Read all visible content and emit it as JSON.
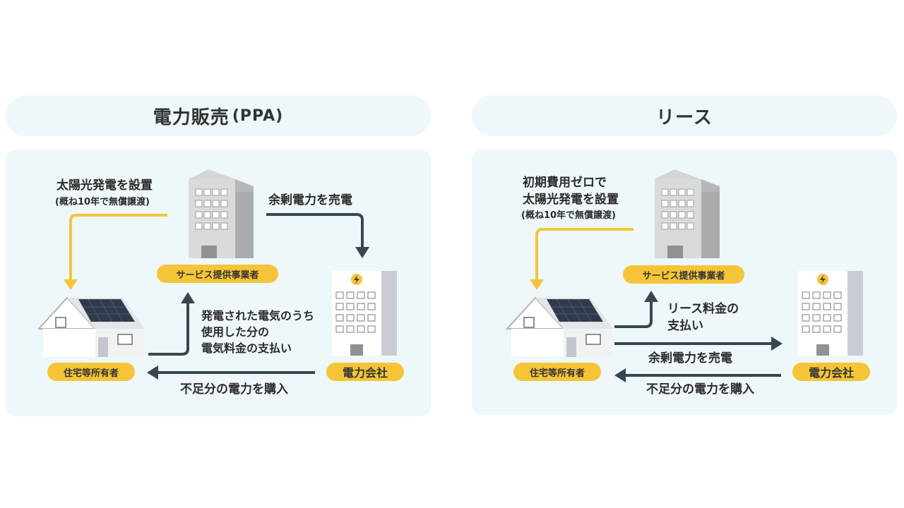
{
  "colors": {
    "panel_bg": "#eef7fa",
    "badge_yellow": "#f5c537",
    "arrow_dark": "#37474f",
    "arrow_yellow": "#f5c537",
    "building_gray": "#c9cacc"
  },
  "ppa": {
    "title": "電力販売",
    "title_paren": "(PPA)",
    "install_label": "太陽光発電を設置",
    "install_note": "(概ね10年で無償譲渡)",
    "sell_surplus": "余剰電力を売電",
    "payment_lines": [
      "発電された電気のうち",
      "使用した分の",
      "電気料金の支払い"
    ],
    "buy_shortage": "不足分の電力を購入",
    "service_provider": "サービス提供事業者",
    "homeowner": "住宅等所有者",
    "power_company": "電力会社"
  },
  "lease": {
    "title": "リース",
    "install_lines": [
      "初期費用ゼロで",
      "太陽光発電を設置"
    ],
    "install_note": "(概ね10年で無償譲渡)",
    "lease_fee_lines": [
      "リース料金の",
      "支払い"
    ],
    "sell_surplus": "余剰電力を売電",
    "buy_shortage": "不足分の電力を購入",
    "service_provider": "サービス提供事業者",
    "homeowner": "住宅等所有者",
    "power_company": "電力会社"
  },
  "icons": {
    "office": "office-building-icon",
    "house": "solar-house-icon",
    "power": "power-company-building-icon",
    "bolt": "lightning-bolt-icon"
  }
}
